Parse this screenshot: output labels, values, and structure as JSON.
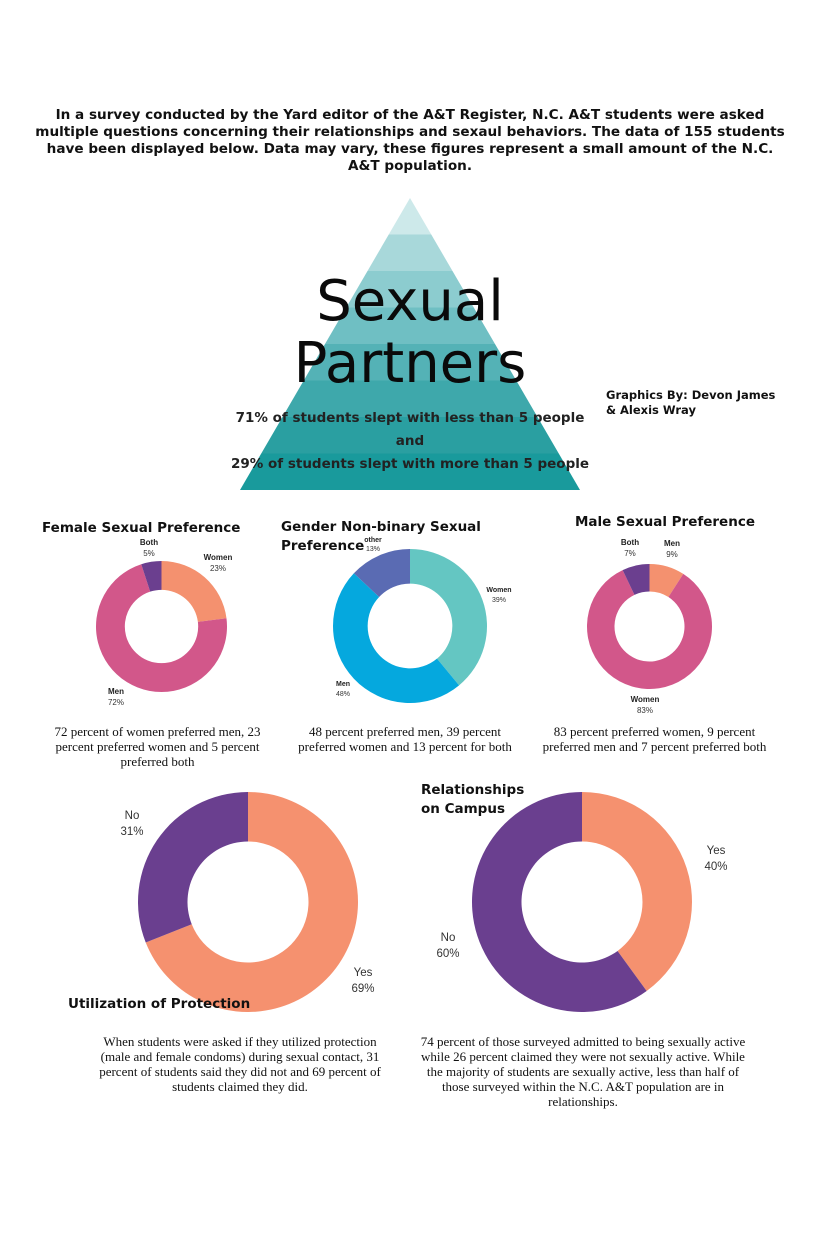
{
  "intro": "In a survey conducted by the Yard editor of the A&T Register, N.C. A&T students were asked multiple questions concerning their relationships and sexaul behaviors. The data of 155 students have been displayed below. Data may vary, these figures represent a small amount of the N.C. A&T population.",
  "pyramid": {
    "title_line1": "Sexual",
    "title_line2": "Partners",
    "line1": "71% of students slept with less than 5 people",
    "line2": "and",
    "line3": "29% of students slept with more than 5 people",
    "colors": [
      "#cde9ea",
      "#a8d8da",
      "#8ccccf",
      "#6fbfc3",
      "#54b2b6",
      "#3ea8ab",
      "#2a9fa1",
      "#199a9c"
    ]
  },
  "credits": {
    "line1": "Graphics By: Devon James",
    "line2": "& Alexis Wray"
  },
  "captions": {
    "female": "72 percent of women preferred men, 23 percent preferred women and 5 percent preferred both",
    "nonbinary": "48 percent preferred men, 39 percent preferred women and 13 percent for both",
    "male": "83 percent preferred women, 9 percent preferred men and 7 percent preferred both",
    "protection": "When students were asked if they utilized protection (male and female condoms) during sexual contact, 31 percent of students said they did not and 69 percent of students claimed they did.",
    "relationships": "74 percent of those surveyed admitted to being sexually active while 26 percent claimed they were not sexually active. While the majority of students are sexually active, less than half of those surveyed within the N.C. A&T population are in relationships."
  },
  "chart_data": [
    {
      "type": "pie",
      "title": "Female Sexual Preference",
      "slices": [
        {
          "label": "Women",
          "value": 23,
          "display": "23%",
          "color": "#f4916f"
        },
        {
          "label": "Men",
          "value": 72,
          "display": "72%",
          "color": "#d2578a"
        },
        {
          "label": "Both",
          "value": 5,
          "display": "5%",
          "color": "#6b3f8f"
        }
      ]
    },
    {
      "type": "pie",
      "title_line1": "Gender Non-binary Sexual",
      "title_line2": "Preference",
      "slices": [
        {
          "label": "Women",
          "value": 39,
          "display": "39%",
          "color": "#64c6c2"
        },
        {
          "label": "Men",
          "value": 48,
          "display": "48%",
          "color": "#05a8de"
        },
        {
          "label": "other",
          "value": 13,
          "display": "13%",
          "color": "#5a6bb3"
        }
      ]
    },
    {
      "type": "pie",
      "title": "Male Sexual Preference",
      "slices": [
        {
          "label": "Men",
          "value": 9,
          "display": "9%",
          "color": "#f4916f"
        },
        {
          "label": "Women",
          "value": 83,
          "display": "83%",
          "color": "#d2578a"
        },
        {
          "label": "Both",
          "value": 7,
          "display": "7%",
          "color": "#6b3f8f"
        }
      ]
    },
    {
      "type": "pie",
      "title": "Utilization of Protection",
      "slices": [
        {
          "label": "Yes",
          "value": 69,
          "display": "69%",
          "color": "#f5916f"
        },
        {
          "label": "No",
          "value": 31,
          "display": "31%",
          "color": "#6a3f8f"
        }
      ]
    },
    {
      "type": "pie",
      "title_line1": "Relationships",
      "title_line2": "on Campus",
      "slices": [
        {
          "label": "Yes",
          "value": 40,
          "display": "40%",
          "color": "#f5916f"
        },
        {
          "label": "No",
          "value": 60,
          "display": "60%",
          "color": "#6a3f8f"
        }
      ]
    }
  ]
}
